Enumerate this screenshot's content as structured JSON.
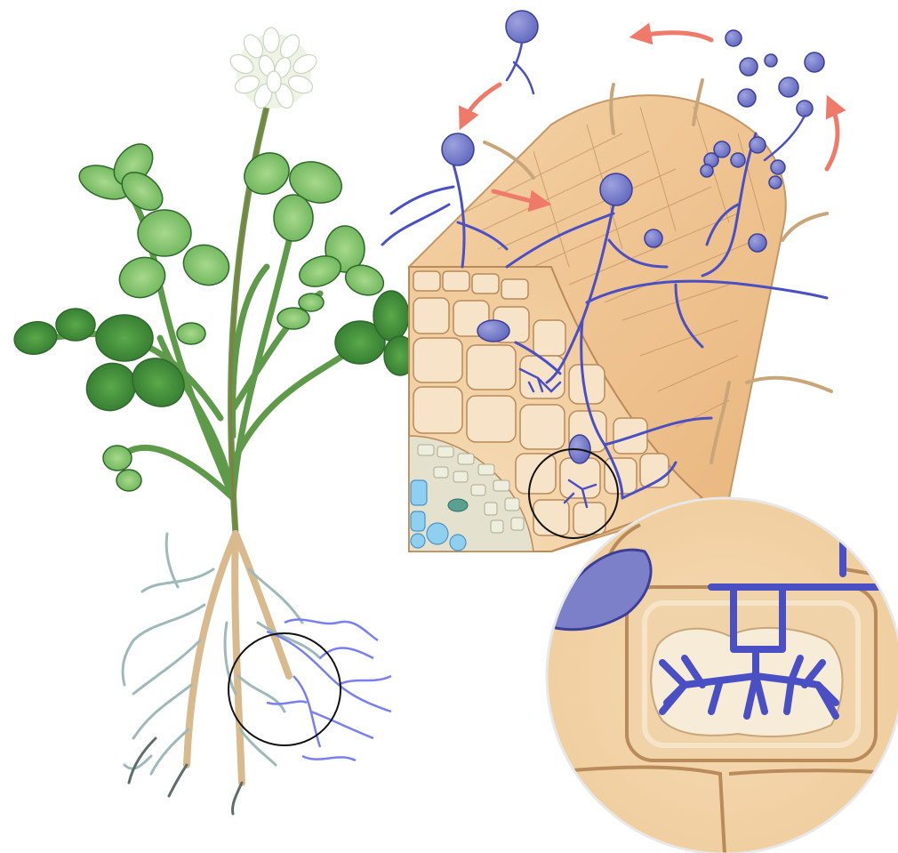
{
  "illustration": {
    "subject": "clover",
    "panels": [
      "whole-plant",
      "root-section",
      "cell-zoom"
    ],
    "colors": {
      "background": "#ffffff",
      "leaf_dark": "#2f7a2e",
      "leaf_light": "#7cc06a",
      "stem": "#5e9a4a",
      "root": "#d9b98e",
      "fine_root": "#9fb8b8",
      "fungus": "#4a4fc4",
      "spore": "#7b80c8",
      "arrow": "#f07a6a",
      "tissue": "#f2d3aa",
      "tissue_light": "#f7e4c8",
      "vessel": "#8fd0f0",
      "magnifier_ring": "#111111"
    },
    "icons": [
      "magnifier-circle",
      "cycle-arrow",
      "spore",
      "arbuscule"
    ]
  }
}
